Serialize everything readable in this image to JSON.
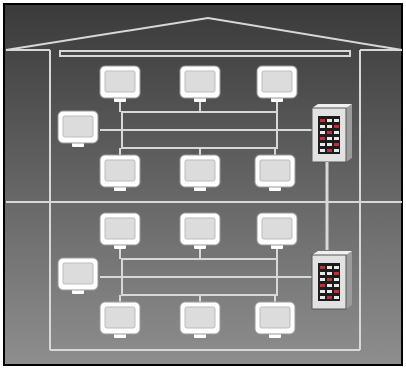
{
  "diagram": {
    "kind": "two-floor building network",
    "colors": {
      "background_top": "#3a3a3a",
      "background_bottom": "#8e8e8e",
      "line": "#d8d8d8",
      "monitor_body": "#ffffff",
      "monitor_screen": "#dcdcdc",
      "server_body": "#e2e2e2",
      "server_panel": "#1c1c1c",
      "server_led": "#c0303a"
    },
    "floors": [
      {
        "id": "upper",
        "workstations": {
          "top_row": 3,
          "bottom_row": 3,
          "left_side": 1
        },
        "has_server": true
      },
      {
        "id": "lower",
        "workstations": {
          "top_row": 3,
          "bottom_row": 3,
          "left_side": 1
        },
        "has_server": true
      }
    ],
    "inter_floor_link": true
  }
}
